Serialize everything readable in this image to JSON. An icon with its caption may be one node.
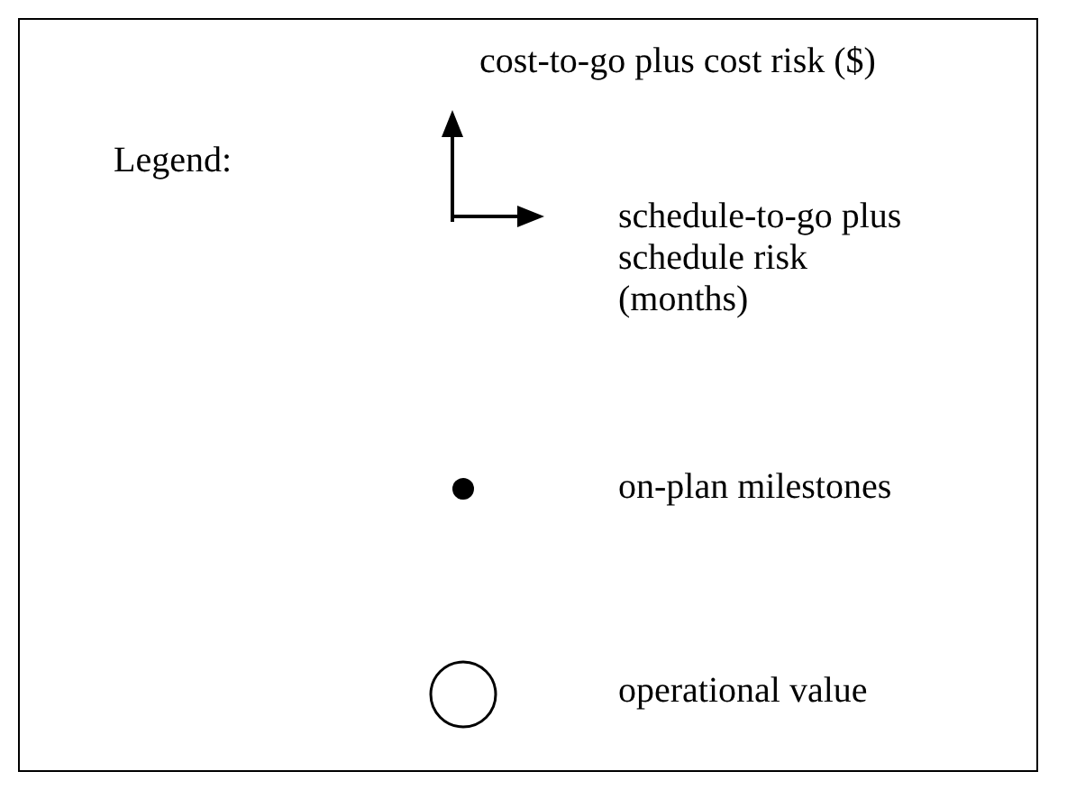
{
  "diagram": {
    "labels": [
      "Legend:"
    ],
    "legend": [
      {
        "text": "cost-to-go plus cost risk ($)"
      },
      {
        "text": "schedule-to-go plus schedule risk (months)"
      },
      {
        "text": "on-plan milestones"
      },
      {
        "text": "operational value"
      }
    ]
  }
}
